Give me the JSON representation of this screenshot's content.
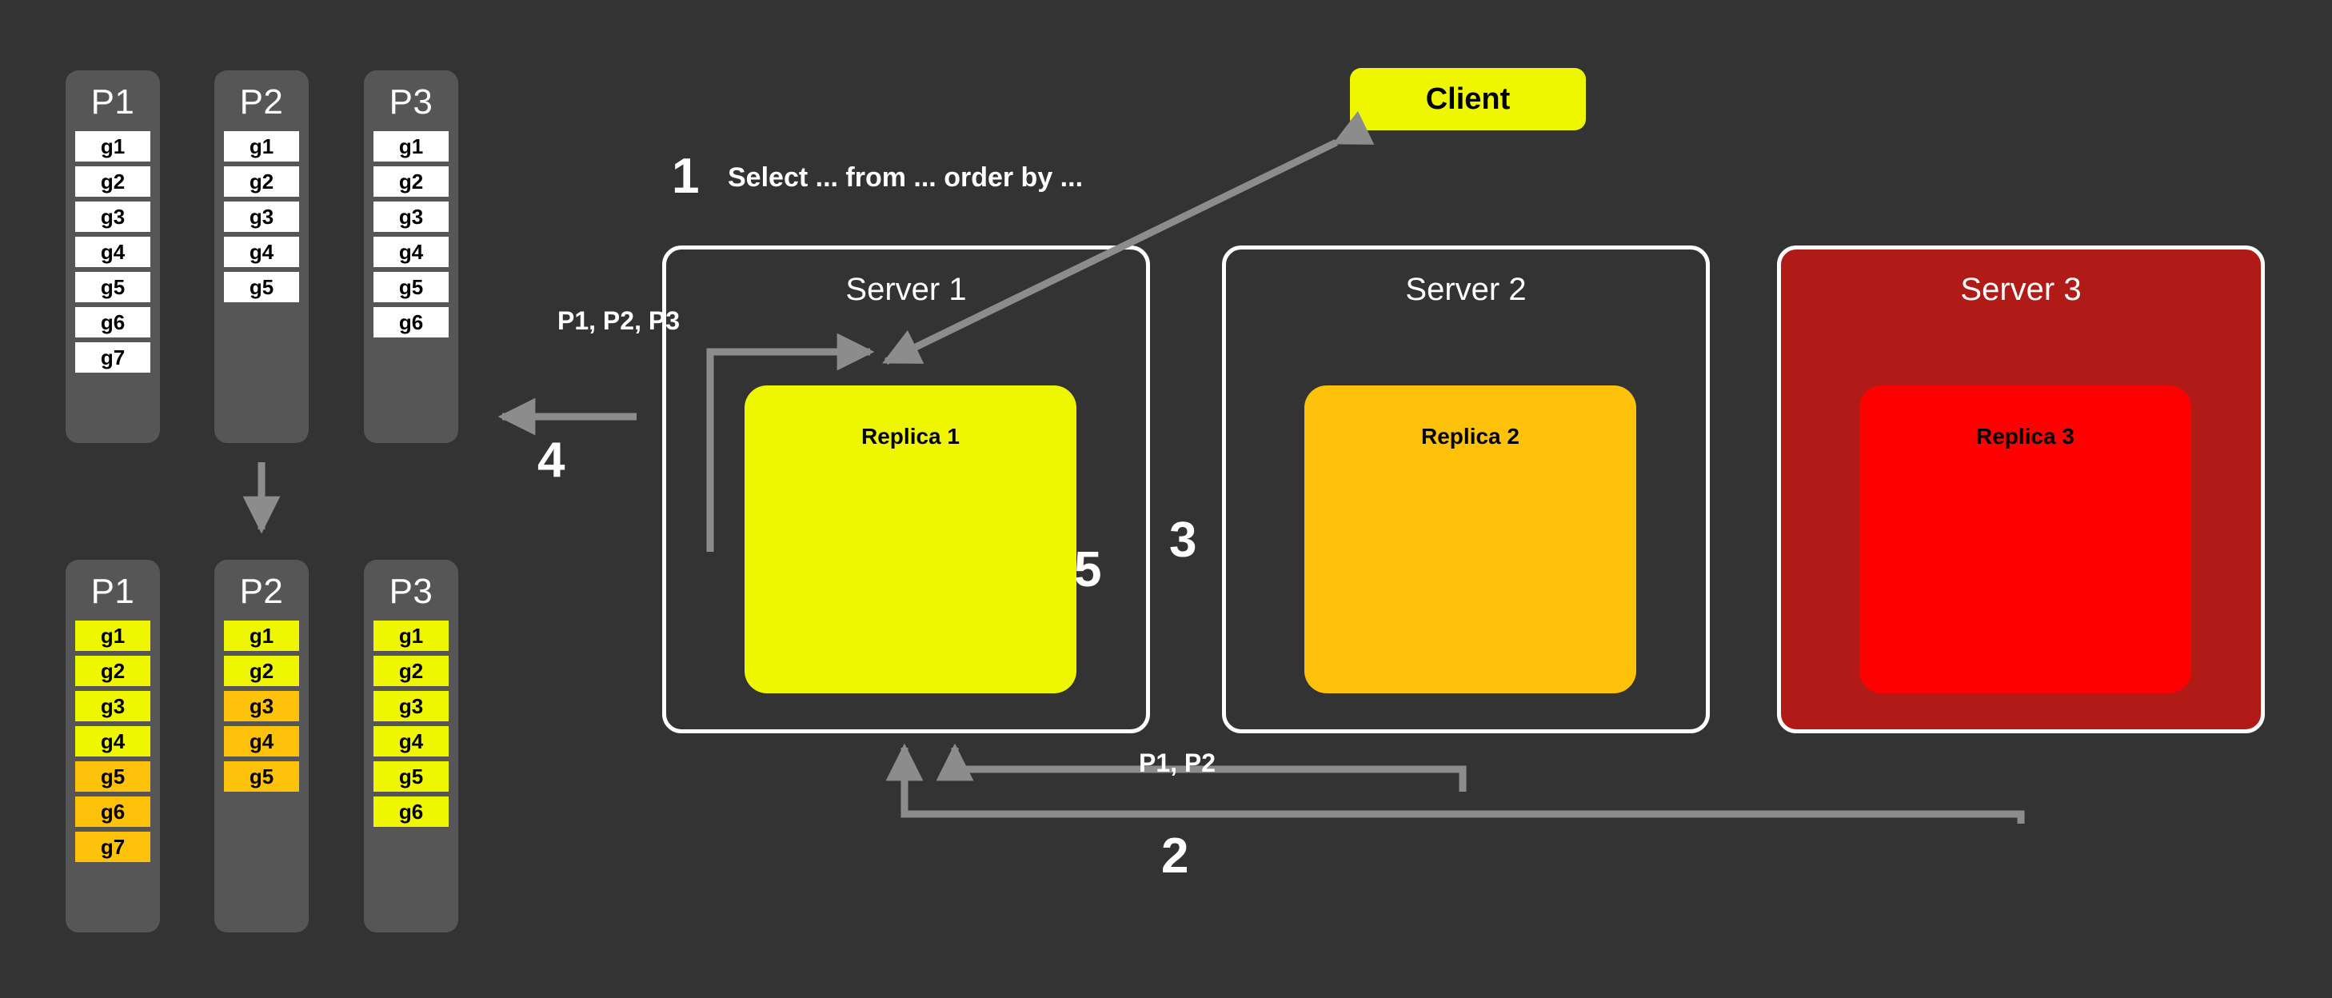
{
  "colors": {
    "background": "#333333",
    "column_bg": "#565656",
    "cell_white": "#ffffff",
    "cell_yellow": "#EFF700",
    "cell_orange": "#FFC20A",
    "replica1": "#EFF700",
    "replica2": "#FFC20A",
    "replica3": "#FF0000",
    "server3_bg": "#B01B18",
    "arrow": "#8C8C8C",
    "server_border": "#ffffff",
    "text_light": "#ffffff",
    "text_dark": "#000000"
  },
  "partitions_top": [
    {
      "title": "P1",
      "cells": [
        {
          "label": "g1",
          "fill": "white"
        },
        {
          "label": "g2",
          "fill": "white"
        },
        {
          "label": "g3",
          "fill": "white"
        },
        {
          "label": "g4",
          "fill": "white"
        },
        {
          "label": "g5",
          "fill": "white"
        },
        {
          "label": "g6",
          "fill": "white"
        },
        {
          "label": "g7",
          "fill": "white"
        }
      ]
    },
    {
      "title": "P2",
      "cells": [
        {
          "label": "g1",
          "fill": "white"
        },
        {
          "label": "g2",
          "fill": "white"
        },
        {
          "label": "g3",
          "fill": "white"
        },
        {
          "label": "g4",
          "fill": "white"
        },
        {
          "label": "g5",
          "fill": "white"
        }
      ]
    },
    {
      "title": "P3",
      "cells": [
        {
          "label": "g1",
          "fill": "white"
        },
        {
          "label": "g2",
          "fill": "white"
        },
        {
          "label": "g3",
          "fill": "white"
        },
        {
          "label": "g4",
          "fill": "white"
        },
        {
          "label": "g5",
          "fill": "white"
        },
        {
          "label": "g6",
          "fill": "white"
        }
      ]
    }
  ],
  "partitions_bottom": [
    {
      "title": "P1",
      "cells": [
        {
          "label": "g1",
          "fill": "yellow"
        },
        {
          "label": "g2",
          "fill": "yellow"
        },
        {
          "label": "g3",
          "fill": "yellow"
        },
        {
          "label": "g4",
          "fill": "yellow"
        },
        {
          "label": "g5",
          "fill": "orange"
        },
        {
          "label": "g6",
          "fill": "orange"
        },
        {
          "label": "g7",
          "fill": "orange"
        }
      ]
    },
    {
      "title": "P2",
      "cells": [
        {
          "label": "g1",
          "fill": "yellow"
        },
        {
          "label": "g2",
          "fill": "yellow"
        },
        {
          "label": "g3",
          "fill": "orange"
        },
        {
          "label": "g4",
          "fill": "orange"
        },
        {
          "label": "g5",
          "fill": "orange"
        }
      ]
    },
    {
      "title": "P3",
      "cells": [
        {
          "label": "g1",
          "fill": "yellow"
        },
        {
          "label": "g2",
          "fill": "yellow"
        },
        {
          "label": "g3",
          "fill": "yellow"
        },
        {
          "label": "g4",
          "fill": "yellow"
        },
        {
          "label": "g5",
          "fill": "yellow"
        },
        {
          "label": "g6",
          "fill": "yellow"
        }
      ]
    }
  ],
  "client": {
    "label": "Client"
  },
  "servers": [
    {
      "title": "Server 1",
      "replica": "Replica 1"
    },
    {
      "title": "Server 2",
      "replica": "Replica 2"
    },
    {
      "title": "Server 3",
      "replica": "Replica 3"
    }
  ],
  "labels": {
    "step1": "1",
    "step2": "2",
    "step3": "3",
    "step4": "4",
    "step5": "5",
    "query": "Select ... from ... order by ...",
    "p_all": "P1, P2, P3",
    "p3": "P3",
    "p1p2": "P1, P2"
  }
}
